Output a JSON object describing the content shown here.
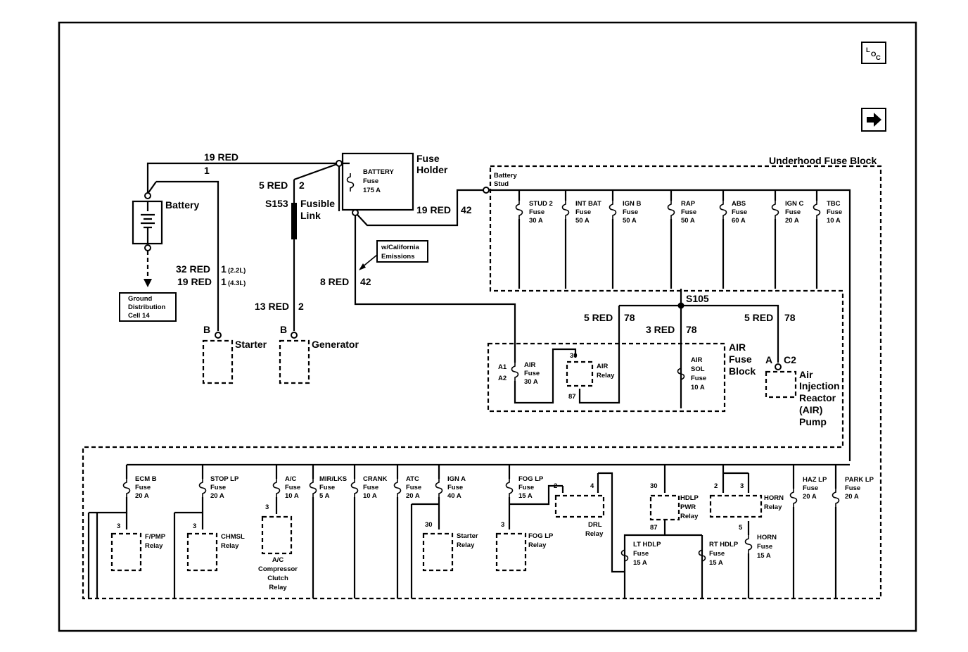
{
  "nav": {
    "loc_top": "L",
    "loc_sub": "O",
    "loc_sub2": "C",
    "next_icon": "right-arrow-icon"
  },
  "underhood": {
    "title": "Underhood Fuse Block",
    "battery_stud": [
      "Battery",
      "Stud"
    ]
  },
  "battery": {
    "label": "Battery",
    "wire_top": "19 RED",
    "wire_top_pin": "1",
    "starter_wire_a": "32 RED",
    "starter_pin_a": "1",
    "starter_eng_a": "(2.2L)",
    "starter_wire_b": "19 RED",
    "starter_pin_b": "1",
    "starter_eng_b": "(4.3L)"
  },
  "ground": {
    "lines": [
      "Ground",
      "Distribution",
      "Cell 14"
    ]
  },
  "starter": {
    "pin": "B",
    "label": "Starter"
  },
  "generator": {
    "pin": "B",
    "label": "Generator",
    "wire": "13 RED",
    "wire_pin": "2"
  },
  "fusible": {
    "splice": "S153",
    "label": [
      "Fusible",
      "Link"
    ],
    "wire": "5 RED",
    "wire_pin": "2"
  },
  "fuse_holder": {
    "label": [
      "Fuse",
      "Holder"
    ],
    "fuse": [
      "BATTERY",
      "Fuse",
      "175 A"
    ],
    "out_wire": "19 RED",
    "out_pin": "42",
    "note": [
      "w/California",
      "Emissions"
    ],
    "down_wire": "8 RED",
    "down_pin": "42"
  },
  "top_fuses": [
    {
      "name": "STUD 2",
      "rating": "30 A"
    },
    {
      "name": "INT BAT",
      "rating": "50 A"
    },
    {
      "name": "IGN B",
      "rating": "50 A"
    },
    {
      "name": "RAP",
      "rating": "50 A"
    },
    {
      "name": "ABS",
      "rating": "60 A"
    },
    {
      "name": "IGN C",
      "rating": "20 A"
    },
    {
      "name": "TBC",
      "rating": "10 A"
    }
  ],
  "fuse_word": "Fuse",
  "splice_s105": "S105",
  "air_wires": {
    "left_wire": "5 RED",
    "left_pin": "78",
    "mid_wire": "3 RED",
    "mid_pin": "78",
    "right_wire": "5 RED",
    "right_pin": "78"
  },
  "air_block": {
    "label": [
      "AIR",
      "Fuse",
      "Block"
    ],
    "pin_a1": "A1",
    "pin_a2": "A2",
    "air_fuse": [
      "AIR",
      "Fuse",
      "30 A"
    ],
    "relay": [
      "AIR",
      "Relay"
    ],
    "relay_pin_30": "30",
    "relay_pin_87": "87",
    "sol_fuse": [
      "AIR",
      "SOL",
      "Fuse",
      "10 A"
    ]
  },
  "air_pump": {
    "pin": "A",
    "conn": "C2",
    "label": [
      "Air",
      "Injection",
      "Reactor",
      "(AIR)",
      "Pump"
    ]
  },
  "bottom": {
    "ecm_b": [
      "ECM B",
      "Fuse",
      "20 A"
    ],
    "fpmp_pin": "3",
    "fpmp": [
      "F/PMP",
      "Relay"
    ],
    "stop_lp": [
      "STOP LP",
      "Fuse",
      "20 A"
    ],
    "chmsl_pin": "3",
    "chmsl": [
      "CHMSL",
      "Relay"
    ],
    "ac": [
      "A/C",
      "Fuse",
      "10 A"
    ],
    "ac_relay_pin": "3",
    "ac_relay": [
      "A/C",
      "Compressor",
      "Clutch",
      "Relay"
    ],
    "mir": [
      "MIR/LKS",
      "Fuse",
      "5 A"
    ],
    "crank": [
      "CRANK",
      "Fuse",
      "10 A"
    ],
    "atc": [
      "ATC",
      "Fuse",
      "20 A"
    ],
    "ign_a": [
      "IGN A",
      "Fuse",
      "40 A"
    ],
    "starter_relay_pin": "30",
    "starter_relay": [
      "Starter",
      "Relay"
    ],
    "fog": [
      "FOG LP",
      "Fuse",
      "15 A"
    ],
    "fog_relay_pin": "3",
    "fog_relay": [
      "FOG LP",
      "Relay"
    ],
    "drl_pin_a": "2",
    "drl_pin_b": "4",
    "drl": [
      "DRL",
      "Relay"
    ],
    "hdlp_pwr_pin30": "30",
    "hdlp_pwr": [
      "HDLP",
      "PWR",
      "Relay"
    ],
    "hdlp_pwr_pin87": "87",
    "lt_hdlp": [
      "LT HDLP",
      "Fuse",
      "15 A"
    ],
    "rt_hdlp": [
      "RT HDLP",
      "Fuse",
      "15 A"
    ],
    "horn_pin2": "2",
    "horn_pin3": "3",
    "horn_relay": [
      "HORN",
      "Relay"
    ],
    "horn_pin5": "5",
    "horn_fuse": [
      "HORN",
      "Fuse",
      "15 A"
    ],
    "haz": [
      "HAZ LP",
      "Fuse",
      "20 A"
    ],
    "park": [
      "PARK LP",
      "Fuse",
      "20 A"
    ]
  }
}
